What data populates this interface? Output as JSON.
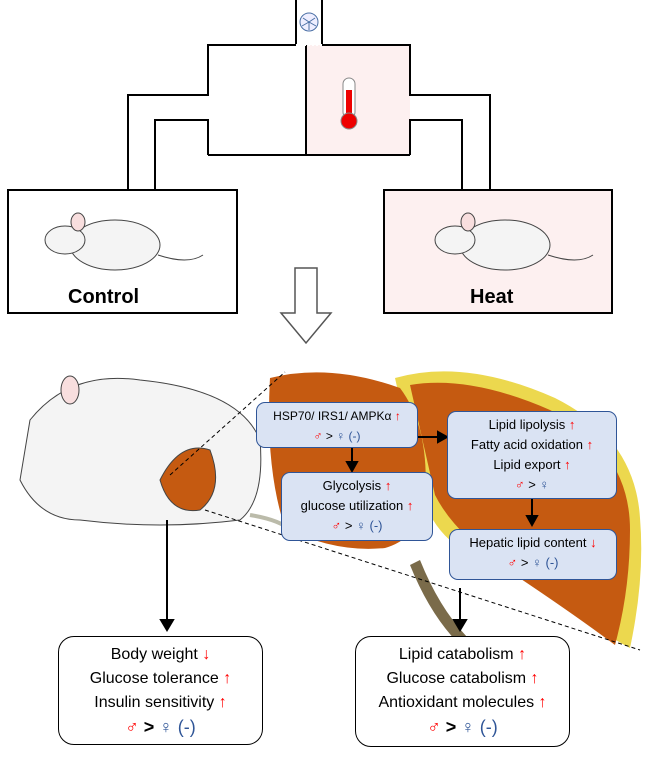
{
  "chamber": {
    "control_label": "Control",
    "heat_label": "Heat"
  },
  "liver_boxes": [
    {
      "lines": [
        {
          "text": "HSP70/ IRS1/ AMPKα",
          "arrow": "↑"
        }
      ],
      "sex": {
        "male": "♂",
        "op": ">",
        "female": "♀",
        "note": "(-)"
      }
    },
    {
      "lines": [
        {
          "text": "Glycolysis",
          "arrow": "↑"
        },
        {
          "text": "glucose utilization",
          "arrow": "↑"
        }
      ],
      "sex": {
        "male": "♂",
        "op": ">",
        "female": "♀",
        "note": "(-)"
      }
    },
    {
      "lines": [
        {
          "text": "Lipid lipolysis",
          "arrow": "↑"
        },
        {
          "text": "Fatty acid oxidation",
          "arrow": "↑"
        },
        {
          "text": "Lipid export",
          "arrow": "↑"
        }
      ],
      "sex": {
        "male": "♂",
        "op": ">",
        "female": "♀",
        "note": ""
      }
    },
    {
      "lines": [
        {
          "text": "Hepatic lipid content",
          "arrow": "↓"
        }
      ],
      "sex": {
        "male": "♂",
        "op": ">",
        "female": "♀",
        "note": "(-)"
      }
    }
  ],
  "summary_boxes": [
    {
      "lines": [
        {
          "text": "Body weight",
          "arrow": "↓"
        },
        {
          "text": "Glucose tolerance",
          "arrow": "↑"
        },
        {
          "text": "Insulin sensitivity",
          "arrow": "↑"
        }
      ],
      "sex": {
        "male": "♂",
        "op": ">",
        "female": "♀",
        "note": "(-)"
      }
    },
    {
      "lines": [
        {
          "text": "Lipid catabolism",
          "arrow": "↑"
        },
        {
          "text": "Glucose catabolism",
          "arrow": "↑"
        },
        {
          "text": "Antioxidant molecules",
          "arrow": "↑"
        }
      ],
      "sex": {
        "male": "♂",
        "op": ">",
        "female": "♀",
        "note": "(-)"
      }
    }
  ]
}
